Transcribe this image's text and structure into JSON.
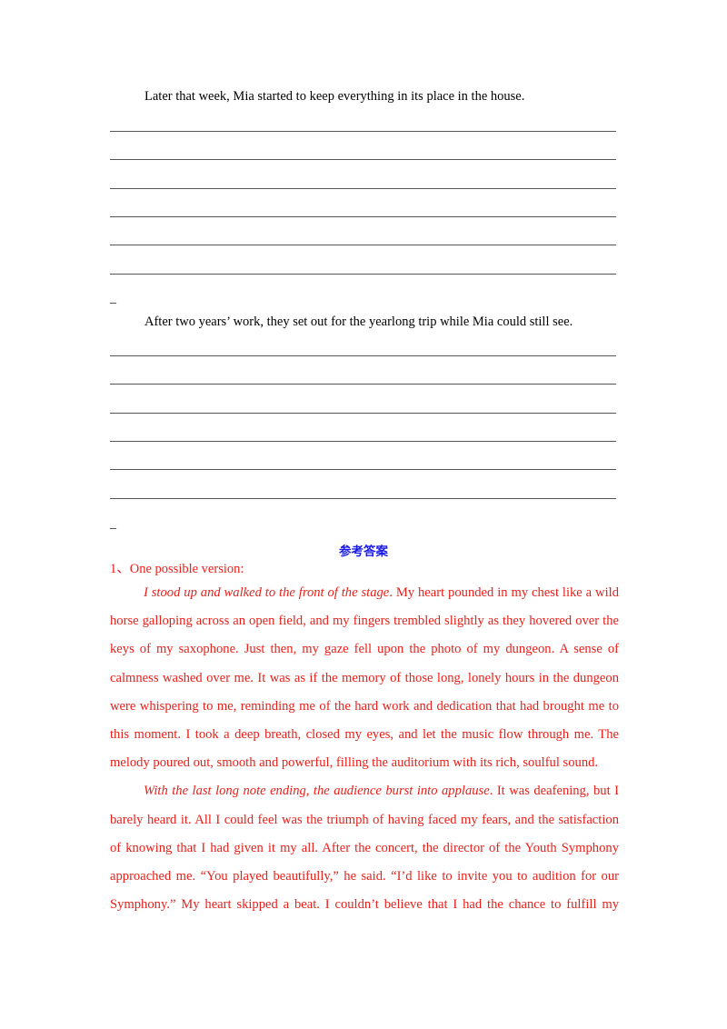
{
  "prompts": {
    "para1_start": "Later that week, Mia started to keep everything in its place in the house.",
    "para2_start": "After two years’ work, they set out for the yearlong trip while Mia could still see."
  },
  "writing_lines": {
    "block1_count": 6,
    "block2_count": 6
  },
  "dash_mark": "_",
  "answer": {
    "heading": "参考答案",
    "item_number": "1、One possible version:",
    "para1_italic": "I stood up and walked to the front of the stage",
    "para1_rest": ". My heart pounded in my chest like a wild horse galloping across an open field, and my fingers trembled slightly as they hovered over the keys of my saxophone. Just then, my gaze fell upon the photo of my dungeon. A sense of calmness washed over me. It was as if the memory of those long, lonely hours in the dungeon were whispering to me, reminding me of the hard work and dedication that had brought me to this moment. I took a deep breath, closed my eyes, and let the music flow through me. The melody poured out, smooth and powerful, filling the auditorium with its rich, soulful sound.",
    "para2_italic": "With the last long note ending, the audience burst into applause",
    "para2_rest": ". It was deafening, but I barely heard it. All I could feel was the triumph of having faced my fears, and the satisfaction of knowing that I had given it my all. After the concert, the director of the Youth Symphony approached me. “You played beautifully,” he said. “I’d like to invite you to audition for our Symphony.” My heart skipped a beat. I couldn’t believe that I had the chance to fulfill my dream"
  },
  "colors": {
    "answer_text": "#e8201a",
    "heading": "#1a1ae6",
    "rule": "#555555"
  }
}
